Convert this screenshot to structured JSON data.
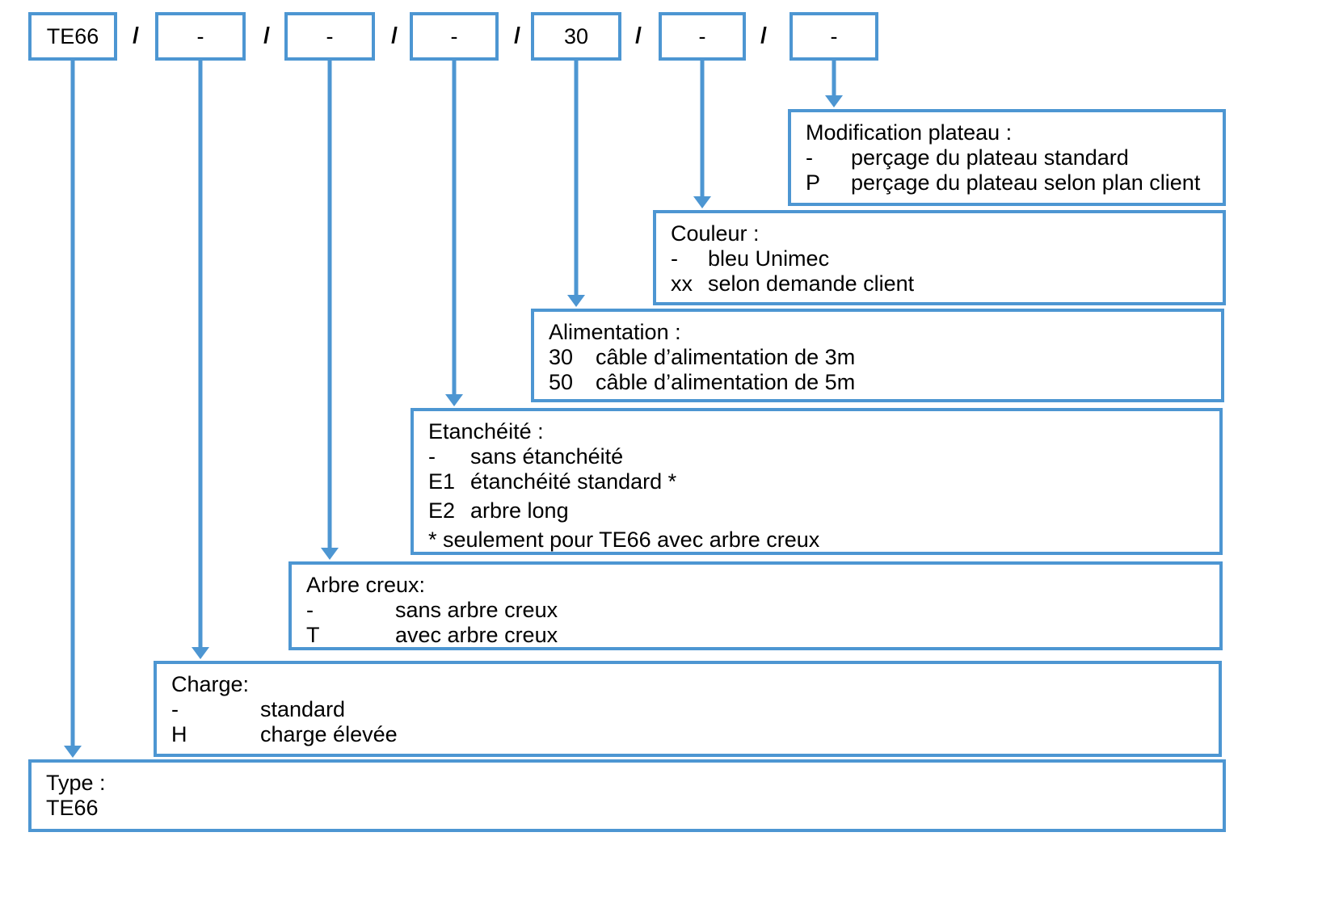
{
  "colors": {
    "accent": "#4d96d2",
    "text": "#000000",
    "background": "#ffffff"
  },
  "separator": "/",
  "code": {
    "segments": [
      {
        "label": "TE66"
      },
      {
        "label": "-"
      },
      {
        "label": "-"
      },
      {
        "label": "-"
      },
      {
        "label": "30"
      },
      {
        "label": "-"
      },
      {
        "label": "-"
      }
    ]
  },
  "panels": [
    {
      "id": "modification-plateau",
      "title": "Modification plateau :",
      "rows": [
        {
          "key": "-",
          "value": "perçage du plateau standard"
        },
        {
          "key": "P",
          "value": "perçage du plateau selon plan client"
        }
      ]
    },
    {
      "id": "couleur",
      "title": "Couleur :",
      "rows": [
        {
          "key": "-",
          "value": "bleu Unimec"
        },
        {
          "key": "xx",
          "value": "selon demande client"
        }
      ]
    },
    {
      "id": "alimentation",
      "title": "Alimentation :",
      "rows": [
        {
          "key": "30",
          "value": "câble d’alimentation de 3m"
        },
        {
          "key": "50",
          "value": "câble d’alimentation de 5m"
        }
      ]
    },
    {
      "id": "etancheite",
      "title": "Etanchéité :",
      "rows": [
        {
          "key": "-",
          "value": "sans étanchéité"
        },
        {
          "key": "E1",
          "value": "étanchéité standard *"
        },
        {
          "key": "E2",
          "value": "arbre long"
        }
      ],
      "footnote": "* seulement pour TE66 avec arbre creux"
    },
    {
      "id": "arbre-creux",
      "title": "Arbre creux:",
      "rows": [
        {
          "key": "-",
          "value": "sans arbre creux"
        },
        {
          "key": "T",
          "value": "avec arbre creux"
        }
      ]
    },
    {
      "id": "charge",
      "title": "Charge:",
      "rows": [
        {
          "key": "-",
          "value": "standard"
        },
        {
          "key": "H",
          "value": "charge élevée"
        }
      ]
    },
    {
      "id": "type",
      "title": "Type :",
      "value": "TE66"
    }
  ]
}
